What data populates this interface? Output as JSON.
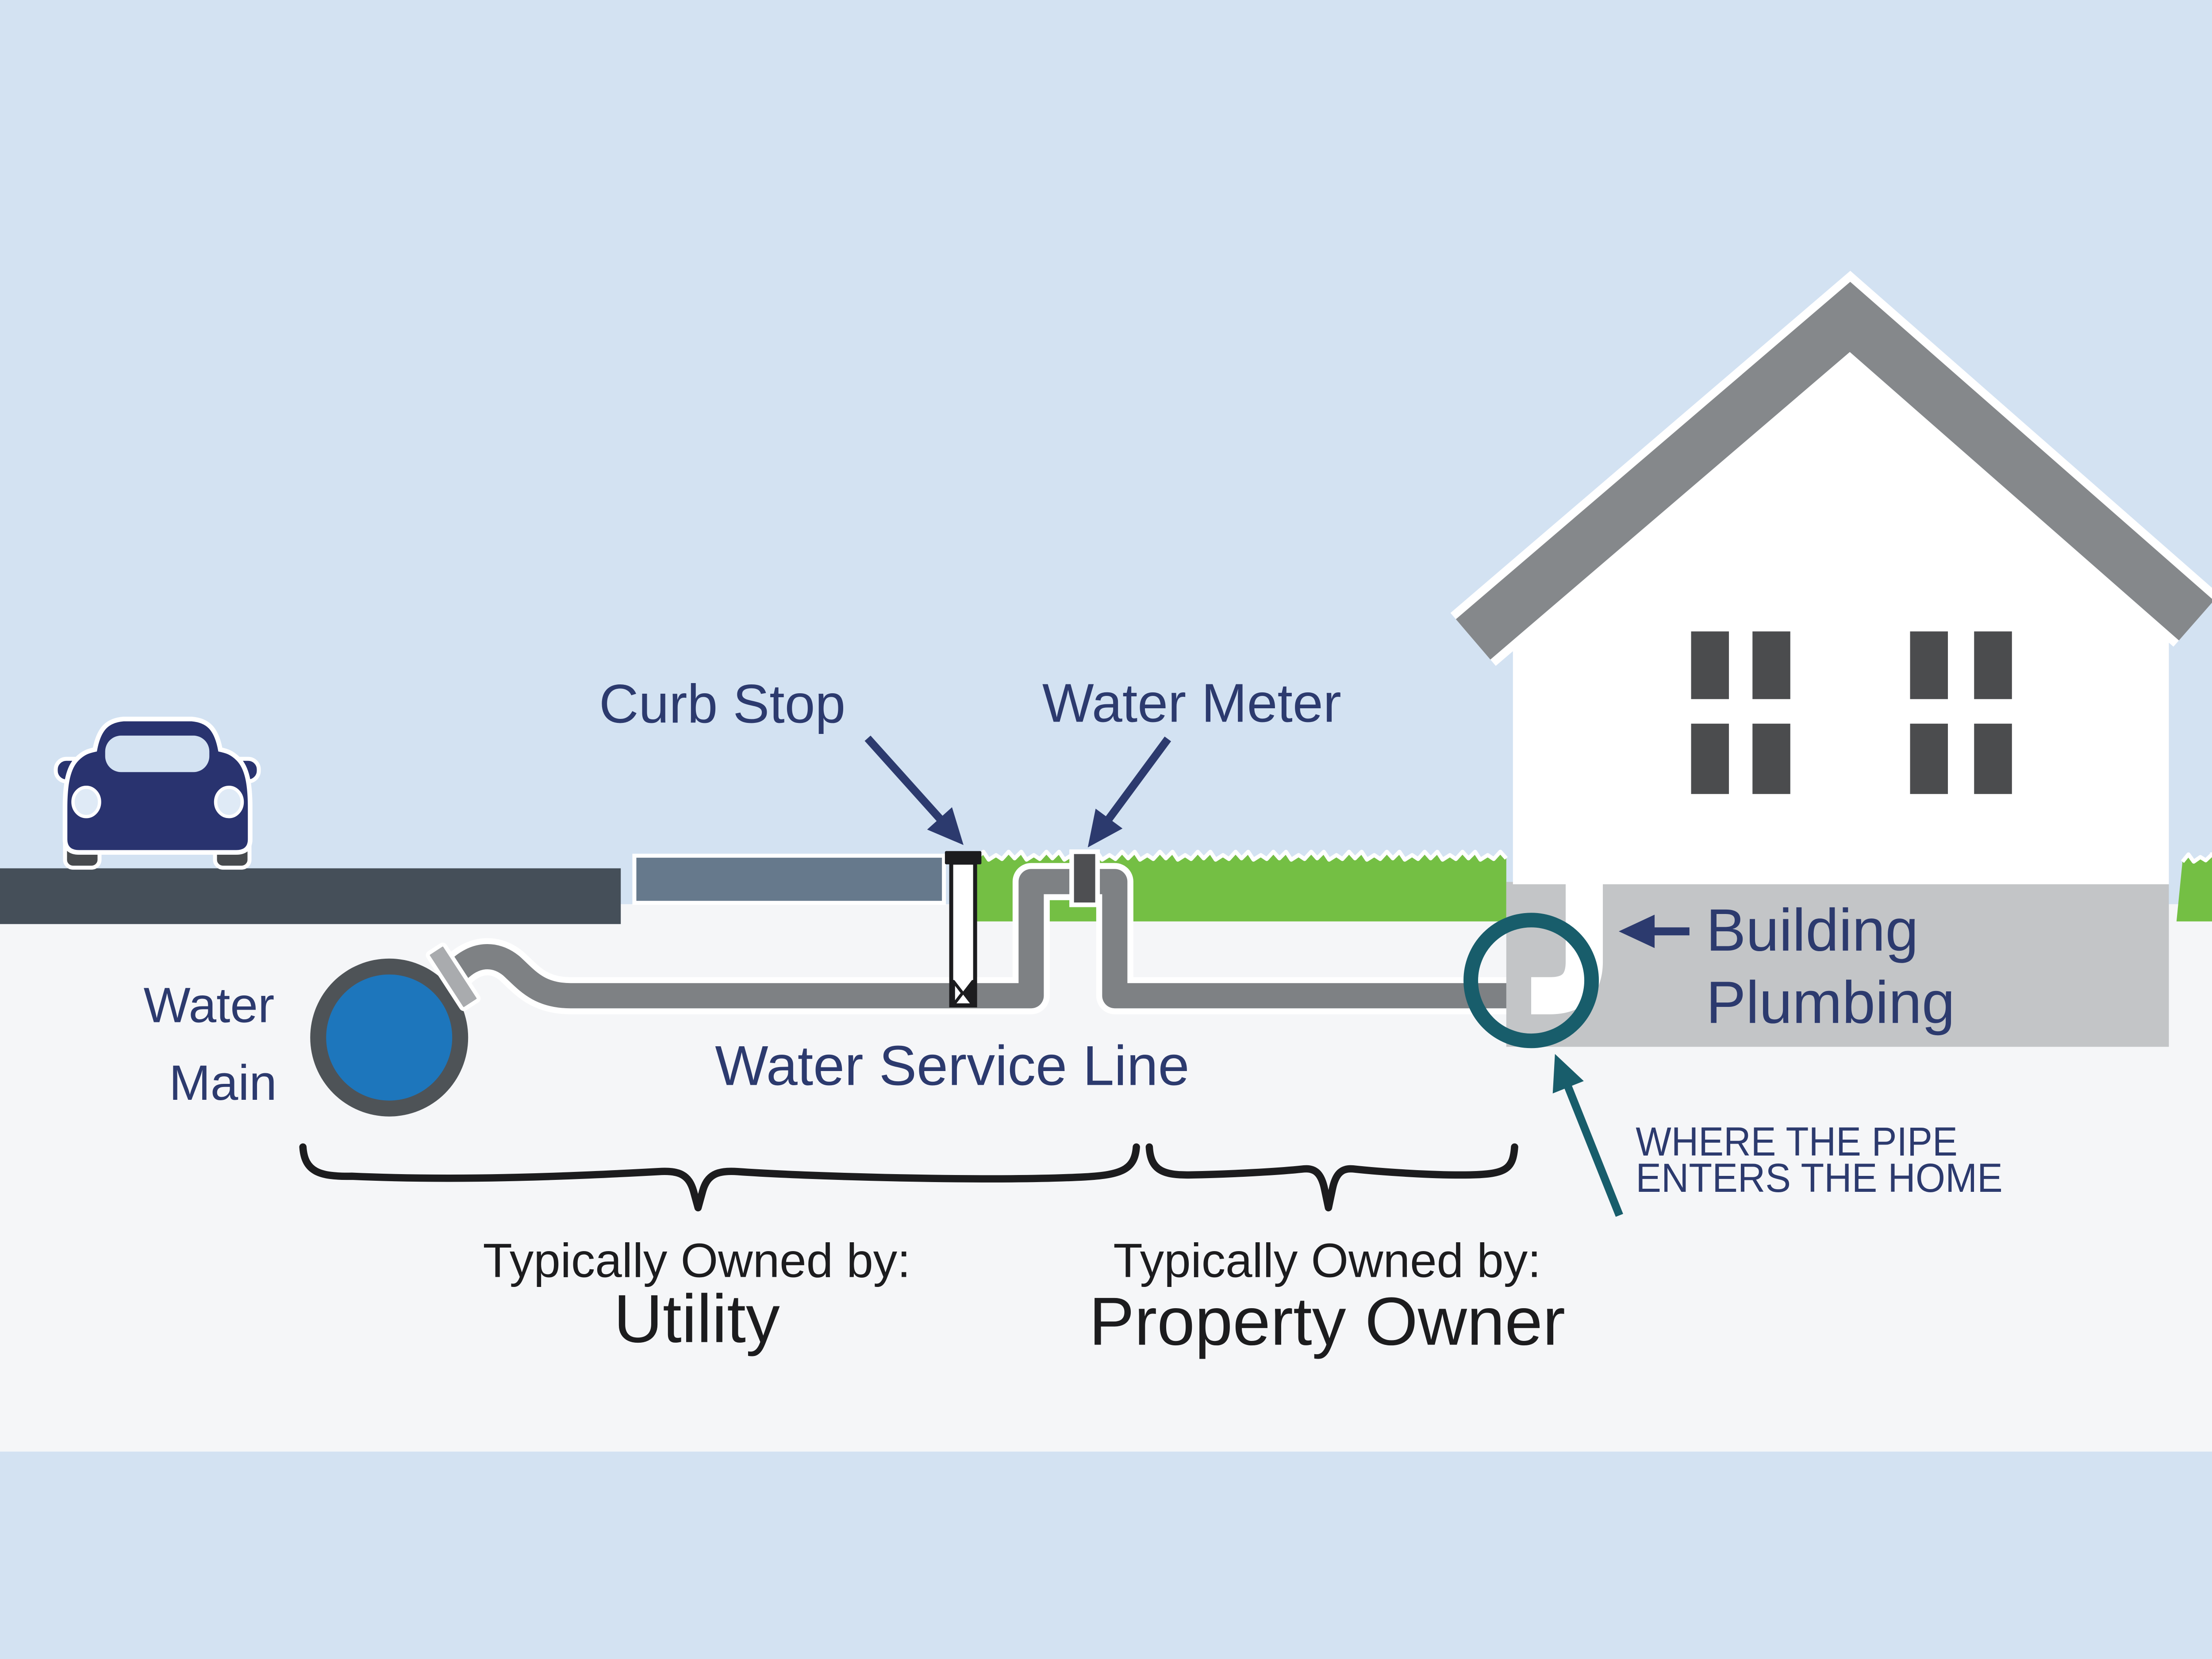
{
  "diagram": {
    "labels": {
      "curb_stop": "Curb Stop",
      "water_meter": "Water Meter",
      "water_main_1": "Water",
      "water_main_2": "Main",
      "service_line": "Water Service Line",
      "building_plumbing_1": "Building",
      "building_plumbing_2": "Plumbing",
      "pipe_entry_1": "WHERE THE PIPE",
      "pipe_entry_2": "ENTERS THE HOME",
      "owned_left_prefix": "Typically Owned by:",
      "owned_left_value": "Utility",
      "owned_right_prefix": "Typically Owned by:",
      "owned_right_value": "Property Owner"
    },
    "colors": {
      "sky": "#D3E2F2",
      "ground": "#F5F6F8",
      "road": "#454F59",
      "sidewalk": "#66798C",
      "grass": "#74BF44",
      "pipe": "#7E8184",
      "fitting": "#A9ABAE",
      "pipe_cap": "#707275",
      "water_main_fill": "#1D76BC",
      "water_main_ring": "#4E5357",
      "roof": "#85888B",
      "house": "#FFFFFF",
      "window": "#4B4C4E",
      "foundation": "#C3C5C7",
      "meter": "#4E4F52",
      "navy": "#2C3A6E",
      "teal": "#185D6B",
      "ink": "#1C1C1E",
      "car_body": "#29336F",
      "tire": "#474A4D",
      "headlight": "#DFEAF6"
    }
  }
}
